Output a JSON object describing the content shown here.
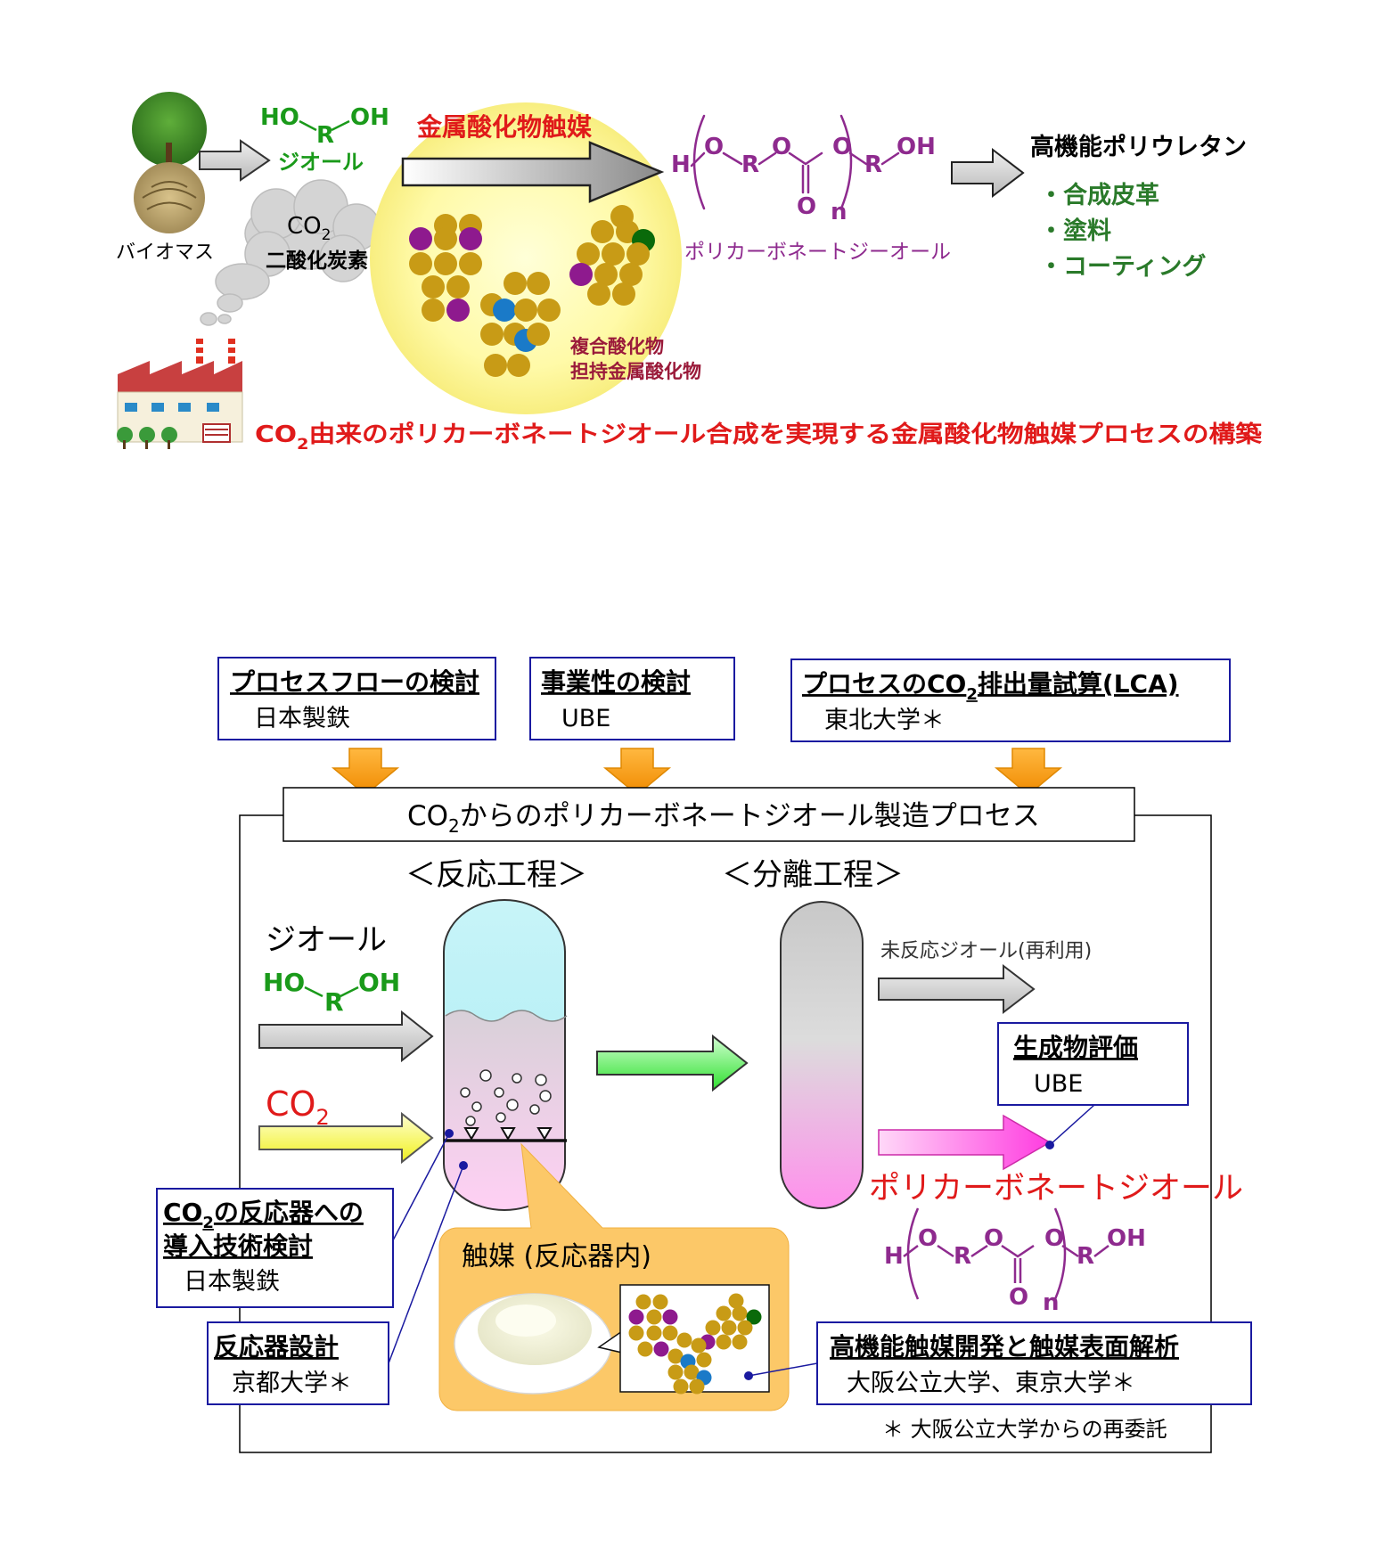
{
  "top": {
    "biomass_label": "バイオマス",
    "diol_name": "ジオール",
    "plus": "+",
    "co2_main": "CO",
    "co2_sub": "2",
    "co2_name": "二酸化炭素",
    "catalyst_title": "金属酸化物触媒",
    "product_name": "ポリカーボネートジーオール",
    "complex_oxide": "複合酸化物",
    "supported_oxide": "担持金属酸化物",
    "polyurethane_title": "高機能ポリウレタン",
    "applications": [
      "・合成皮革",
      "・塗料",
      "・コーティング"
    ],
    "headline_pre": "CO",
    "headline_sub": "2",
    "headline_post": "由来のポリカーボネートジオール合成を実現する金属酸化物触媒プロセスの構築"
  },
  "chem": {
    "HO": "HO",
    "R": "R",
    "OH": "OH",
    "H": "H",
    "O": "O",
    "n": "n"
  },
  "bottom": {
    "box1_title": "プロセスフローの検討",
    "box1_org": "日本製鉄",
    "box2_title": "事業性の検討",
    "box2_org": "UBE",
    "box3_title_pre": "プロセスのCO",
    "box3_title_sub": "2",
    "box3_title_post": "排出量試算(LCA)",
    "box3_org": "東北大学＊",
    "process_title_pre": "CO",
    "process_title_sub": "2",
    "process_title_post": "からのポリカーボネートジオール製造プロセス",
    "reaction_step": "＜反応工程＞",
    "separation_step": "＜分離工程＞",
    "diol_label": "ジオール",
    "co2_label_main": "CO",
    "co2_label_sub": "2",
    "unreacted": "未反応ジオール(再利用)",
    "product_eval_title": "生成物評価",
    "product_eval_org": "UBE",
    "product_label": "ポリカーボネートジオール",
    "intro_title_line1_pre": "CO",
    "intro_title_line1_sub": "2",
    "intro_title_line1_post": "の反応器への",
    "intro_title_line2": "導入技術検討",
    "intro_org": "日本製鉄",
    "reactor_design_title": "反応器設計",
    "reactor_design_org": "京都大学＊",
    "catalyst_in_reactor": "触媒 (反応器内)",
    "catalyst_dev_title": "高機能触媒開発と触媒表面解析",
    "catalyst_dev_org": "大阪公立大学、東京大学＊",
    "footnote": "＊ 大阪公立大学からの再委託"
  },
  "colors": {
    "diol_green": "#1a9a1a",
    "product_purple": "#8e2a8e",
    "red": "#e01a1a",
    "dark_red": "#9a1a3a",
    "box_blue": "#1a1aa0",
    "app_green": "#2a7a2a",
    "orange": "#f59b16",
    "particle_gold": "#c89b16",
    "particle_purple": "#8e1a8e",
    "particle_blue": "#1a7ac8",
    "particle_green": "#0a6a0a"
  }
}
